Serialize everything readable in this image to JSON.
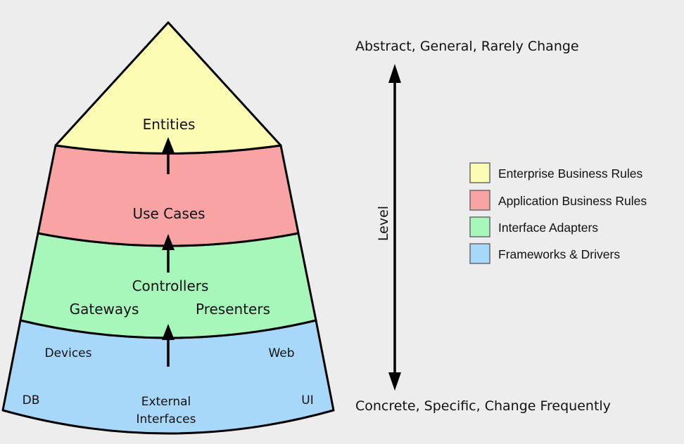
{
  "colors": {
    "background": "#ededed",
    "enterprise": "#fdfcb5",
    "application": "#f8a4a4",
    "adapters": "#a7f7bb",
    "frameworks": "#a8d8f9",
    "outline": "#000000"
  },
  "layers": {
    "entities": {
      "label": "Entities"
    },
    "use_cases": {
      "label": "Use Cases"
    },
    "adapters": {
      "controllers": "Controllers",
      "gateways": "Gateways",
      "presenters": "Presenters"
    },
    "frameworks": {
      "devices": "Devices",
      "web": "Web",
      "db": "DB",
      "ui": "UI",
      "external_line1": "External",
      "external_line2": "Interfaces"
    }
  },
  "axis": {
    "top_label": "Abstract, General, Rarely Change",
    "bottom_label": "Concrete, Specific, Change Frequently",
    "level_label": "Level"
  },
  "legend": {
    "items": [
      {
        "label": "Enterprise Business Rules",
        "color": "#fdfcb5"
      },
      {
        "label": "Application Business Rules",
        "color": "#f8a4a4"
      },
      {
        "label": "Interface Adapters",
        "color": "#a7f7bb"
      },
      {
        "label": "Frameworks & Drivers",
        "color": "#a8d8f9"
      }
    ]
  }
}
